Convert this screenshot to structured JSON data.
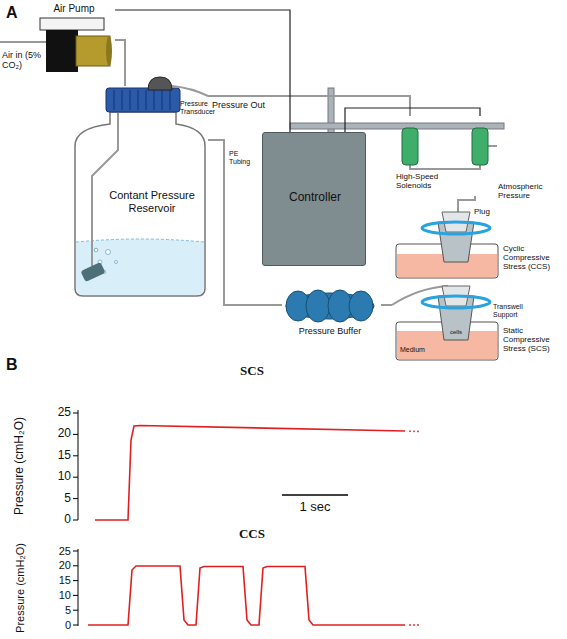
{
  "diagram": {
    "nodes": [
      {
        "text": [
          "Air Pump"
        ]
      },
      {
        "text": [
          "Contant Pressure Reservoir"
        ]
      },
      {
        "text": [
          "Controller"
        ]
      },
      {
        "text": [
          "High-Speed Solenoids"
        ]
      },
      {
        "text": [
          "Cyclic Compressive Stress (CCS)"
        ]
      },
      {
        "text": [
          "Pressure Buffer"
        ]
      },
      {
        "text": [
          "Static Compressive Stress (SCS)"
        ]
      }
    ],
    "edges": [
      {
        "from": 0,
        "to": 1,
        "arrow": "none"
      },
      {
        "from": 1,
        "to": 3,
        "arrow": "none"
      },
      {
        "from": 2,
        "to": 3,
        "arrow": "none"
      },
      {
        "from": 2,
        "to": 0,
        "arrow": "none"
      },
      {
        "from": 1,
        "to": 5,
        "arrow": "none"
      },
      {
        "from": 5,
        "to": 6,
        "arrow": "none"
      },
      {
        "from": 3,
        "to": 4,
        "arrow": "none"
      }
    ],
    "labels": [
      "A",
      "Air in (5% CO₂)",
      "Pressure Transducer",
      "Pressure Out",
      "PE Tubing",
      "Atmospheric Pressure",
      "Plug",
      "Transwell Support",
      "cells",
      "Medium",
      "B",
      "SCS",
      "Pressure (cmH₂O)",
      "25",
      "20",
      "15",
      "10",
      "5",
      "0",
      "1 sec",
      "CCS",
      "Pressure (cmH₂O)",
      "25",
      "20",
      "15",
      "10",
      "5",
      "0"
    ]
  }
}
